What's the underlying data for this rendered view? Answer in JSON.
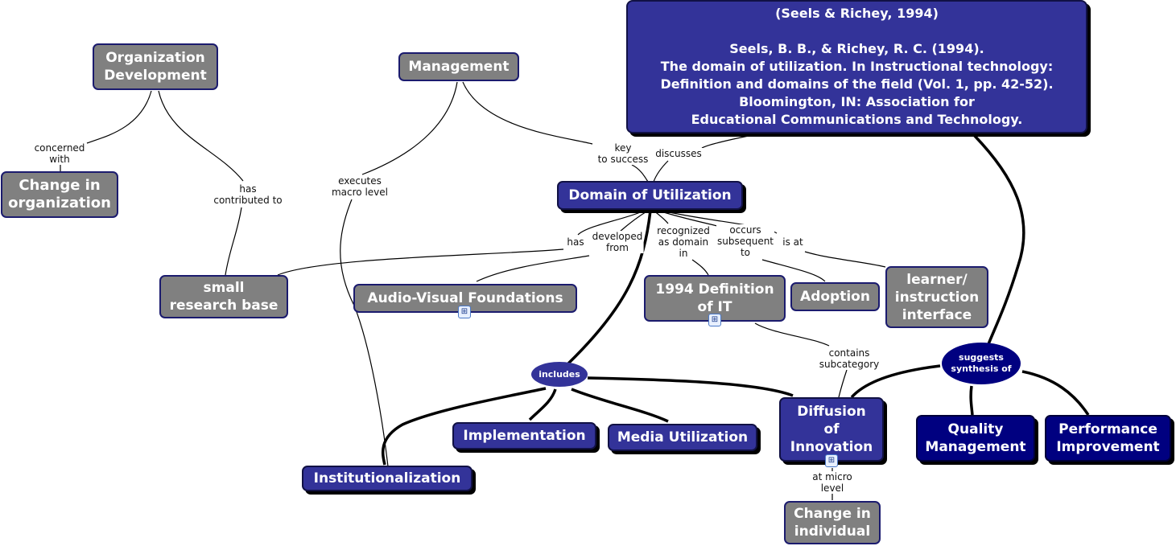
{
  "concept_map": {
    "colors": {
      "gray_node": "#808080",
      "blue_node": "#333399",
      "navy_node": "#000080",
      "link_line": "#000000"
    },
    "nodes": {
      "org_dev": "Organization\nDevelopment",
      "change_org": "Change in\norganization",
      "management": "Management",
      "reference": "(Seels & Richey, 1994)\n\nSeels, B. B., & Richey, R. C. (1994).\nThe domain of utilization. In Instructional technology:\nDefinition and domains of the field (Vol. 1, pp. 42-52).\nBloomington, IN: Association for\nEducational Communications and Technology.",
      "domain_util": "Domain of Utilization",
      "small_research": "small\nresearch base",
      "av_foundations": "Audio-Visual Foundations",
      "def_1994": "1994 Definition\nof IT",
      "adoption": "Adoption",
      "learner_interface": "learner/\ninstruction\ninterface",
      "includes": "includes",
      "suggests": "suggests\nsynthesis of",
      "implementation": "Implementation",
      "media_util": "Media Utilization",
      "institutionalization": "Institutionalization",
      "diffusion": "Diffusion\nof\nInnovation",
      "quality_mgmt": "Quality\nManagement",
      "performance": "Performance\nImprovement",
      "change_individual": "Change in\nindividual"
    },
    "link_labels": {
      "concerned_with": "concerned\nwith",
      "has_contributed": "has\ncontributed to",
      "executes_macro": "executes\nmacro level",
      "key_success": "key\nto success",
      "discusses": "discusses",
      "has": "has",
      "developed_from": "developed\nfrom",
      "recognized": "recognized\nas domain\nin",
      "occurs_subsequent": "occurs\nsubsequent\nto",
      "is_at": "is at",
      "contains_sub": "contains\nsubcategory",
      "at_micro": "at micro\nlevel"
    },
    "submap_icon": "submap-icon"
  }
}
